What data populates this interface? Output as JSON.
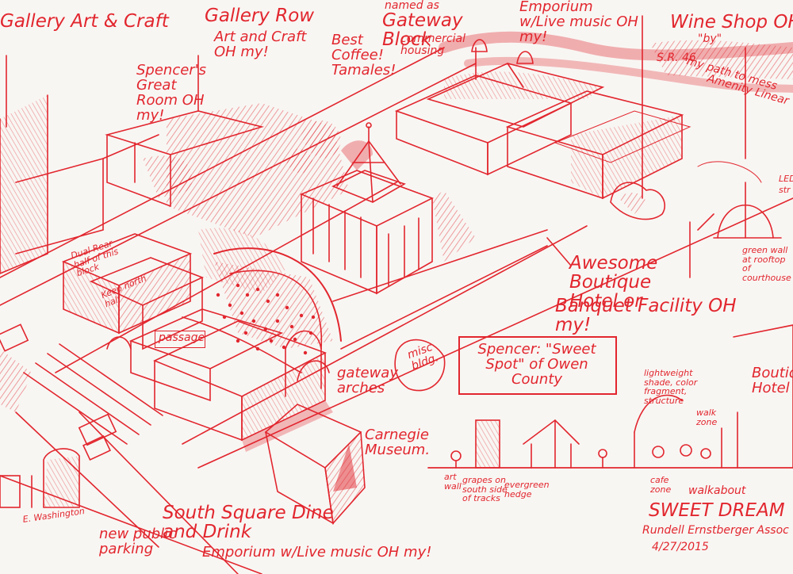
{
  "colors": {
    "ink": "#e2262e",
    "paper": "#f8f6f3",
    "shade": "#ec6a6a"
  },
  "labels": {
    "gallery_art_craft": "Gallery Art & Craft",
    "gallery_row": "Gallery Row",
    "art_and_craft_oh_my": "Art and Craft OH my!",
    "best_coffee": "Best Coffee!",
    "tamales": "Tamales!",
    "gateway_block": "Gateway Block",
    "named_as": "named as",
    "commercial_housing": "commercial housing",
    "emporium_top": "Emporium w/Live music OH my!",
    "wine_shop": "Wine Shop OH my",
    "wine_shop_note": "\"by\"",
    "sr46": "S.R. 46",
    "my_path": "my path to mess",
    "amenity_linear": "Amenity Linear",
    "spencers_great_room": "Spencer's Great Room OH my!",
    "dual_rear": "Dual Rear half of this block",
    "keep_north_half": "Keep north half",
    "passage": "passage",
    "awesome_hotel": "Awesome Boutique Hotel or",
    "banquet": "Banquet Facility OH my!",
    "led": "LED",
    "led_2": "str",
    "green_wall": "green wall at rooftop of courthouse",
    "sweet_spot": "Spencer: \"Sweet Spot\" of Owen County",
    "misc_bldg": "misc bldg.",
    "gateway_arches": "gateway arches",
    "carnegie": "Carnegie Museum.",
    "lightweight_shade": "lightweight shade, color fragment, structure",
    "walk_zone": "walk zone",
    "boutique_hotel_right": "Boutique Hotel",
    "cafe_zone": "cafe zone",
    "walkabout": "walkabout",
    "sweet_dream": "SWEET DREAM",
    "firm": "Rundell Ernstberger Assoc",
    "date": "4/27/2015",
    "art_wall": "art wall",
    "grapes": "grapes on south side of tracks",
    "evergreen": "evergreen hedge",
    "south_square": "South Square Dine and Drink",
    "emporium_bottom": "Emporium w/Live music OH my!",
    "new_public_parking": "new public parking",
    "e_washington": "E. Washington"
  }
}
